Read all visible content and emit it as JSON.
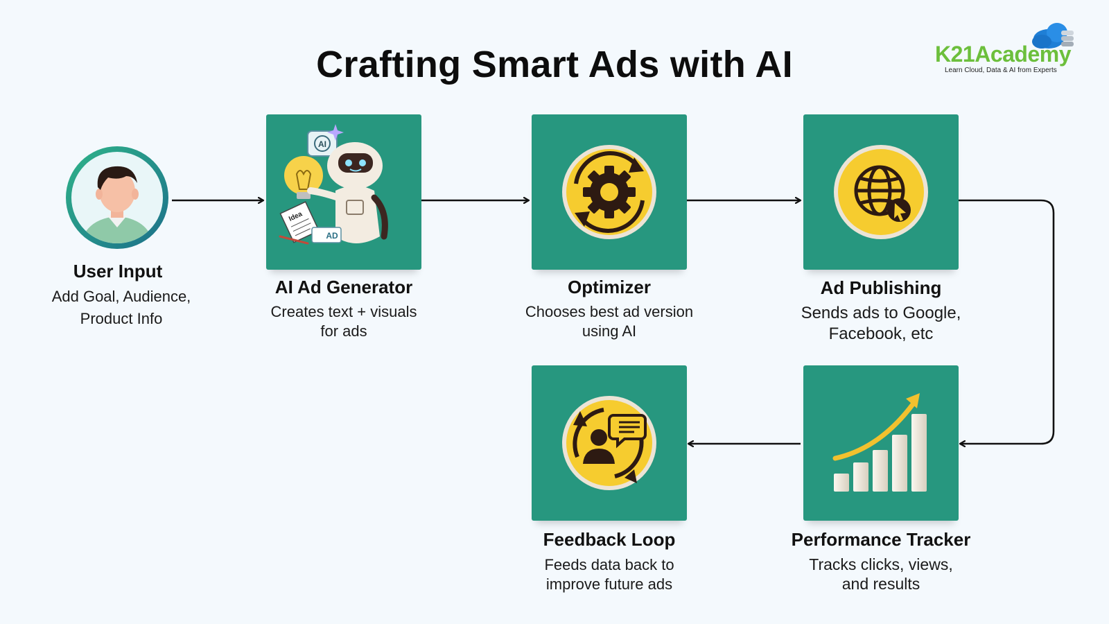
{
  "title": "Crafting Smart Ads with AI",
  "logo": {
    "name_part1": "K21",
    "name_part2": "Academy",
    "tagline": "Learn Cloud, Data & AI from Experts",
    "color": "#6cbf3c"
  },
  "colors": {
    "card": "#27977f",
    "background": "#f4f9fd",
    "icon_yellow": "#f6cc2f",
    "icon_dark": "#3b2218"
  },
  "nodes": [
    {
      "id": "user-input",
      "icon": "person-avatar-icon",
      "label": "User Input",
      "desc_line1": "Add Goal, Audience,",
      "desc_line2": "Product Info"
    },
    {
      "id": "ai-ad-generator",
      "icon": "robot-ai-icon",
      "label": "AI Ad Generator",
      "desc_line1": "Creates text + visuals",
      "desc_line2": "for ads",
      "badge_ai": "AI",
      "badge_ad": "AD",
      "note_idea": "Idea"
    },
    {
      "id": "optimizer",
      "icon": "gear-cycle-icon",
      "label": "Optimizer",
      "desc_line1": "Chooses best ad version",
      "desc_line2": "using AI"
    },
    {
      "id": "ad-publishing",
      "icon": "globe-cursor-icon",
      "label": "Ad Publishing",
      "desc_line1": "Sends ads to Google,",
      "desc_line2": "Facebook, etc"
    },
    {
      "id": "performance-tracker",
      "icon": "growth-chart-icon",
      "label": "Performance Tracker",
      "desc_line1": "Tracks clicks, views,",
      "desc_line2": "and results"
    },
    {
      "id": "feedback-loop",
      "icon": "feedback-person-icon",
      "label": "Feedback Loop",
      "desc_line1": "Feeds data back to",
      "desc_line2": "improve future ads"
    }
  ]
}
